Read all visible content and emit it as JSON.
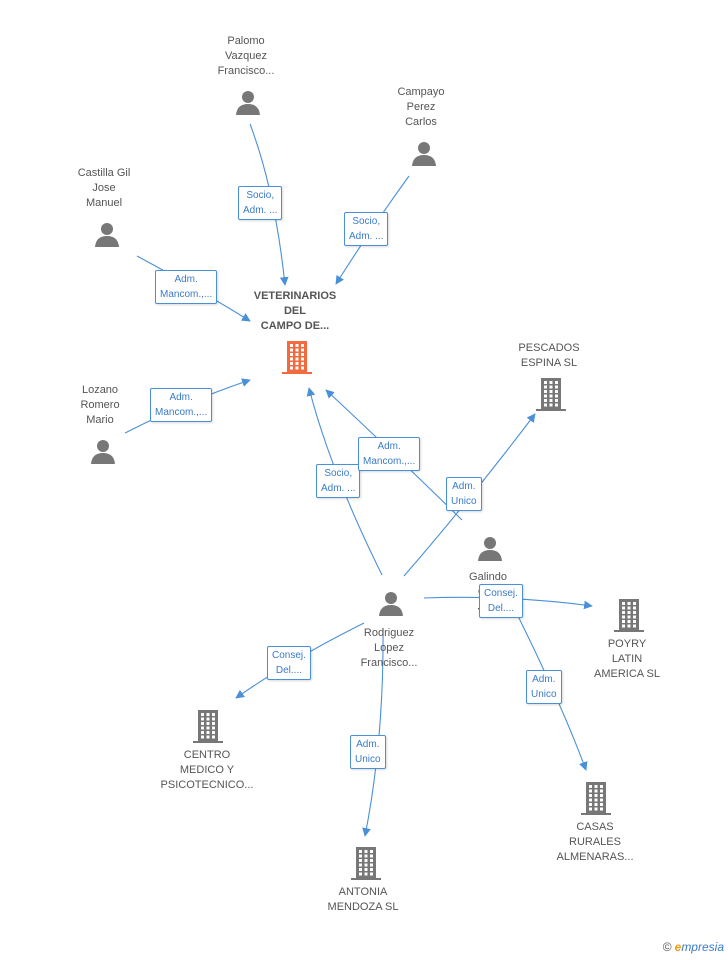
{
  "nodes": [
    {
      "id": "veterinarios",
      "type": "company",
      "main": true,
      "label": "VETERINARIOS\nDEL\nCAMPO DE..."
    },
    {
      "id": "palomo",
      "type": "person",
      "label": "Palomo\nVazquez\nFrancisco..."
    },
    {
      "id": "campayo",
      "type": "person",
      "label": "Campayo\nPerez\nCarlos"
    },
    {
      "id": "castilla",
      "type": "person",
      "label": "Castilla Gil\nJose\nManuel"
    },
    {
      "id": "lozano",
      "type": "person",
      "label": "Lozano\nRomero\nMario"
    },
    {
      "id": "pescados",
      "type": "company",
      "label": "PESCADOS\nESPINA SL"
    },
    {
      "id": "galindo",
      "type": "person",
      "label": "Galindo\nCr...\nJu..."
    },
    {
      "id": "rodriguez",
      "type": "person",
      "label": "Rodriguez\nLopez\nFrancisco..."
    },
    {
      "id": "poyry",
      "type": "company",
      "label": "POYRY\nLATIN\nAMERICA SL"
    },
    {
      "id": "centro",
      "type": "company",
      "label": "CENTRO\nMEDICO Y\nPSICOTECNICO..."
    },
    {
      "id": "antonia",
      "type": "company",
      "label": "ANTONIA\nMENDOZA SL"
    },
    {
      "id": "casas",
      "type": "company",
      "label": "CASAS\nRURALES\nALMENARAS..."
    }
  ],
  "edges": [
    {
      "from": "palomo",
      "to": "veterinarios",
      "label": "Socio,\nAdm. ..."
    },
    {
      "from": "campayo",
      "to": "veterinarios",
      "label": "Socio,\nAdm. ..."
    },
    {
      "from": "castilla",
      "to": "veterinarios",
      "label": "Adm.\nMancom.,..."
    },
    {
      "from": "lozano",
      "to": "veterinarios",
      "label": "Adm.\nMancom.,..."
    },
    {
      "from": "rodriguez",
      "to": "veterinarios",
      "label": "Socio,\nAdm. ..."
    },
    {
      "from": "galindo",
      "to": "veterinarios",
      "label": "Adm.\nMancom.,..."
    },
    {
      "from": "rodriguez",
      "to": "pescados",
      "label": "Adm.\nUnico"
    },
    {
      "from": "rodriguez",
      "to": "poyry",
      "label": "Consej.\nDel...."
    },
    {
      "from": "rodriguez",
      "to": "centro",
      "label": "Consej.\nDel...."
    },
    {
      "from": "rodriguez",
      "to": "antonia",
      "label": "Adm.\nUnico"
    },
    {
      "from": "galindo",
      "to": "casas",
      "label": "Adm.\nUnico"
    }
  ],
  "colors": {
    "edge": "#4a90d9",
    "person_icon": "#777777",
    "company_icon": "#777777",
    "main_company_icon": "#f26a3d"
  },
  "footer": {
    "copyright": "©",
    "brand_e": "e",
    "brand_rest": "mpresia"
  }
}
